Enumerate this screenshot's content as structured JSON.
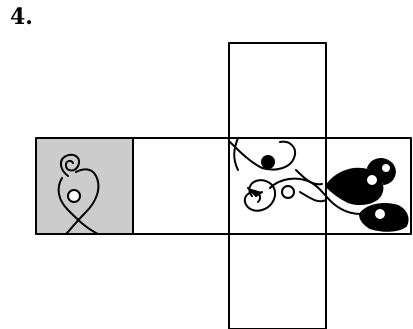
{
  "problem": {
    "number": "4."
  },
  "colors": {
    "stroke": "#000000",
    "shaded_face": "#cccccc",
    "background": "#ffffff"
  },
  "net": {
    "faces": [
      {
        "id": "top",
        "pattern": "empty"
      },
      {
        "id": "left",
        "pattern": "spiral-loop",
        "shaded": true
      },
      {
        "id": "center-left",
        "pattern": "empty"
      },
      {
        "id": "center",
        "pattern": "swirls-with-dot"
      },
      {
        "id": "right",
        "pattern": "fish-shapes"
      },
      {
        "id": "bottom",
        "pattern": "empty"
      }
    ]
  }
}
